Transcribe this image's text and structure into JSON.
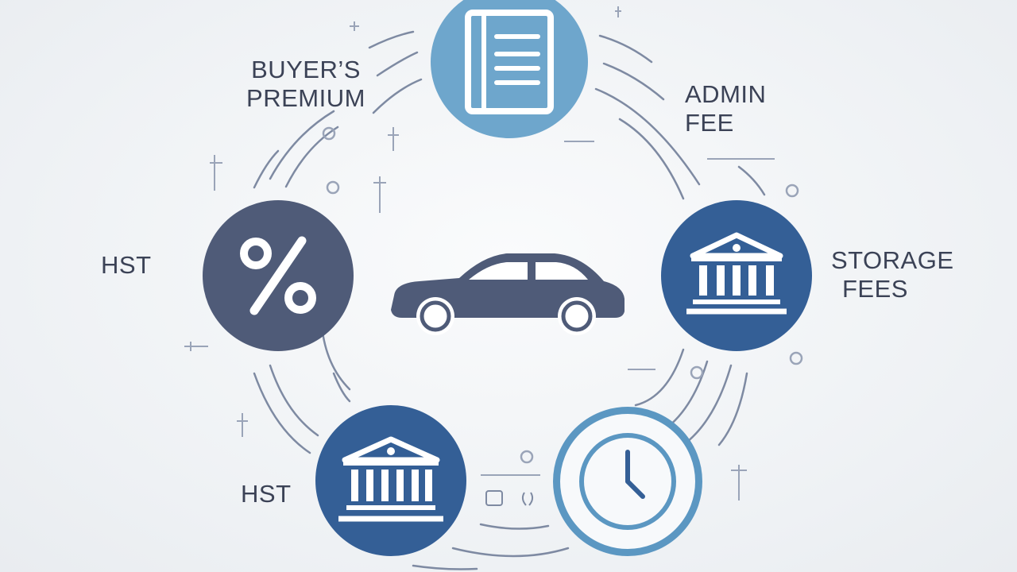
{
  "labels": {
    "buyers_premium": [
      "BUYER’S",
      "PREMIUM"
    ],
    "admin_fee": [
      "ADMIN",
      "FEE"
    ],
    "storage_fees": [
      "STORAGE",
      "FEES"
    ],
    "hst_left": "HST",
    "hst_bottom": "HST"
  },
  "icons": {
    "top": "document-icon",
    "left": "percent-icon",
    "right": "bank-icon",
    "bottom_left": "bank-icon",
    "bottom_right": "clock-icon",
    "center": "car-icon"
  },
  "colors": {
    "light_blue": "#6ea6cc",
    "slate": "#4f5b78",
    "royal_blue": "#345f96",
    "dark_text": "#3b4256",
    "ring_blue": "#5b97c2"
  }
}
